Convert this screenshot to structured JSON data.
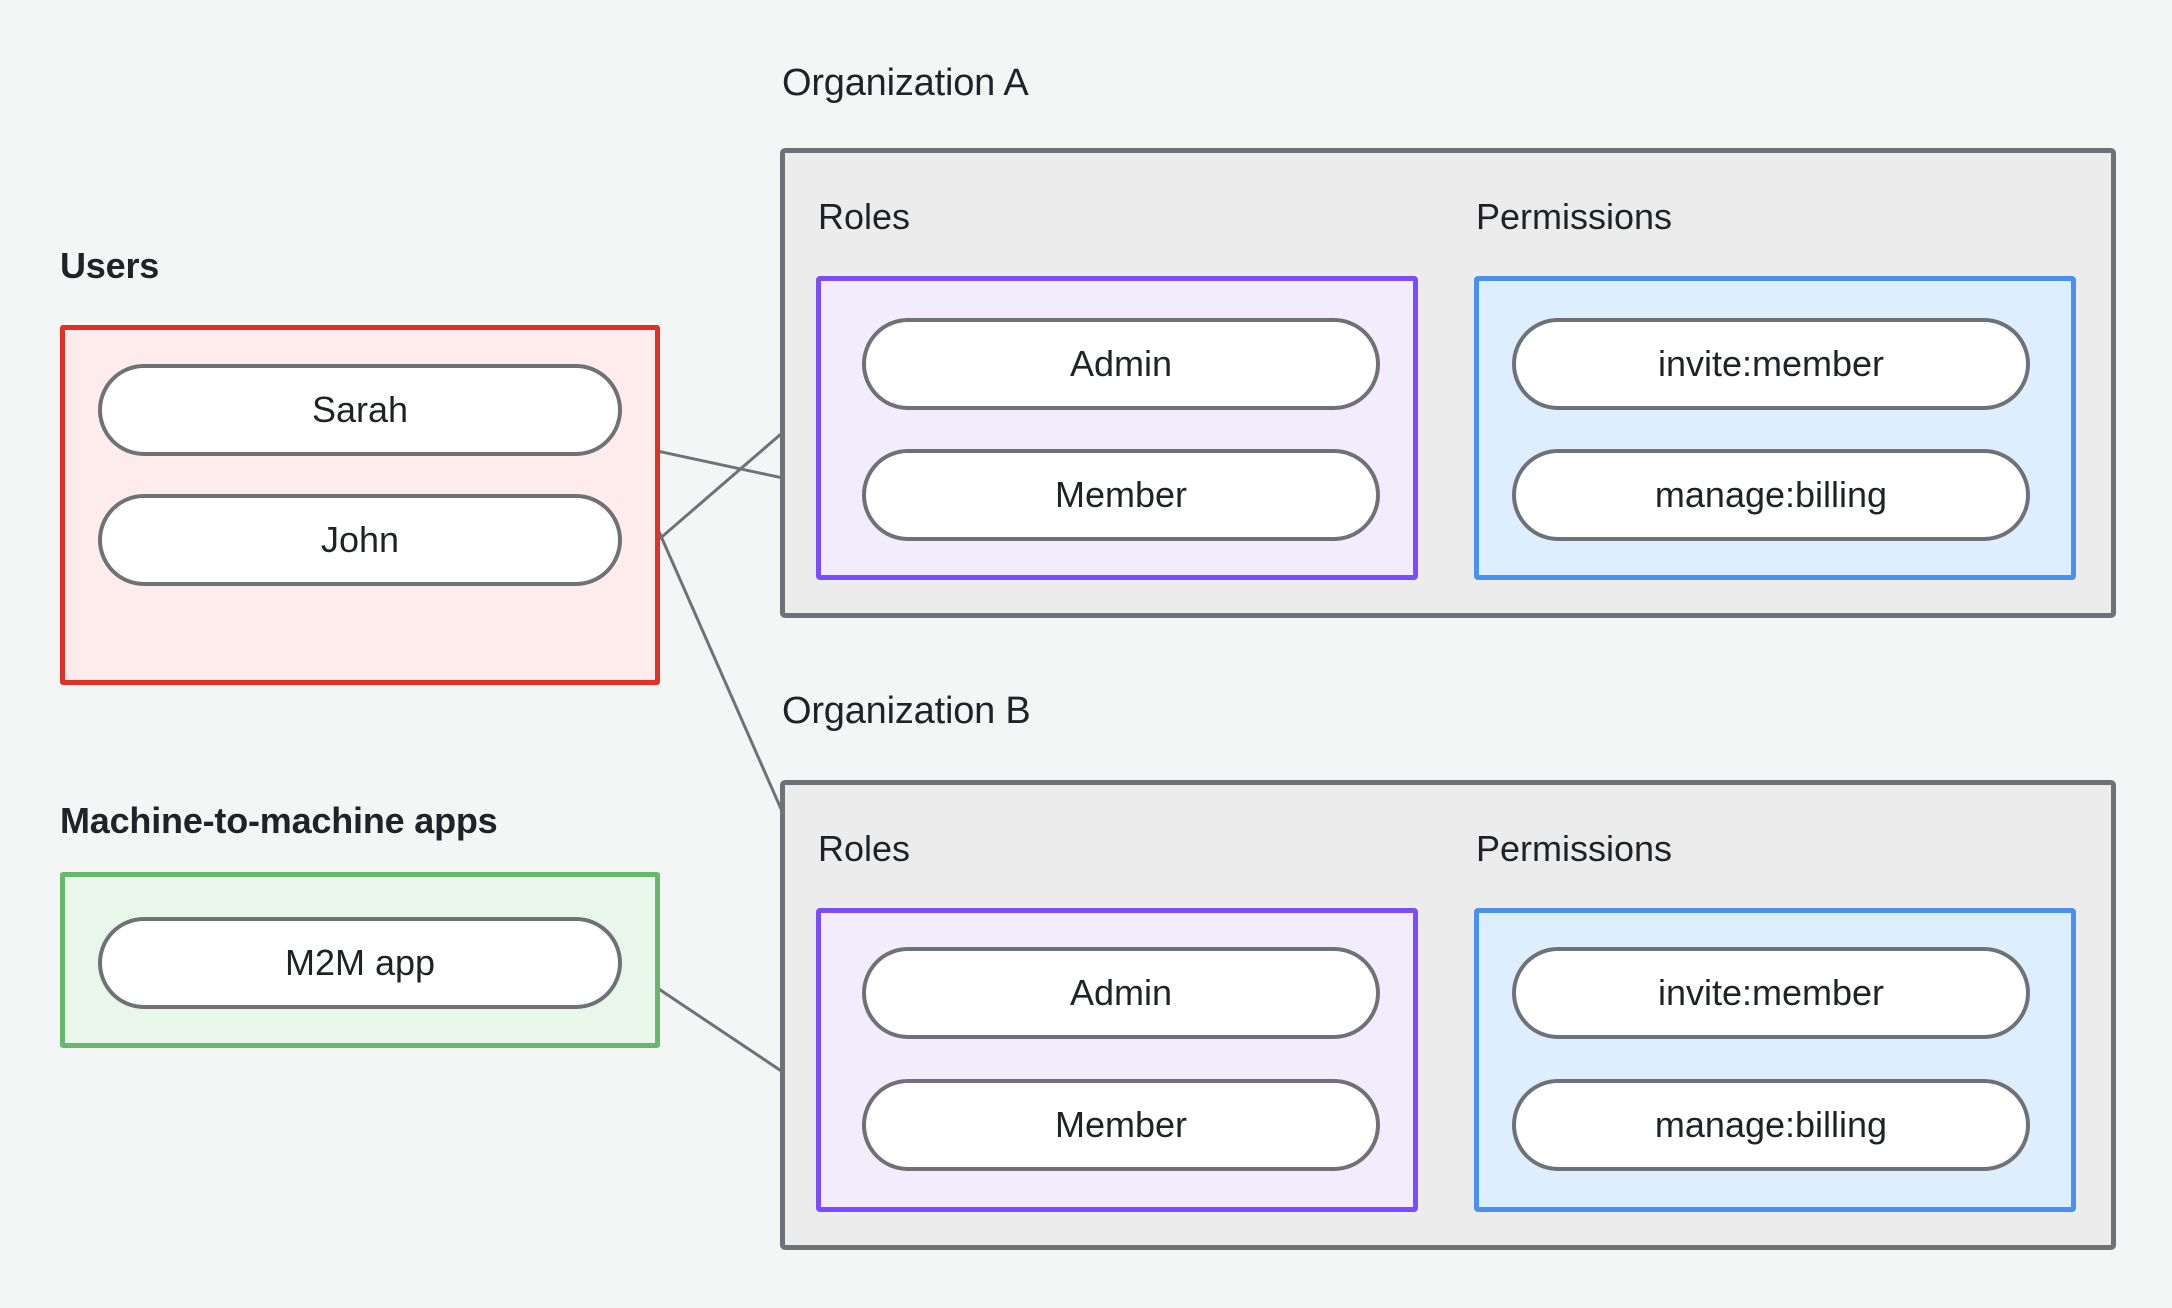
{
  "diagram": {
    "title_users": "Users",
    "title_m2m": "Machine-to-machine apps",
    "orgs": [
      {
        "title": "Organization A",
        "roles_label": "Roles",
        "permissions_label": "Permissions",
        "roles": [
          "Admin",
          "Member"
        ],
        "permissions": [
          "invite:member",
          "manage:billing"
        ]
      },
      {
        "title": "Organization B",
        "roles_label": "Roles",
        "permissions_label": "Permissions",
        "roles": [
          "Admin",
          "Member"
        ],
        "permissions": [
          "invite:member",
          "manage:billing"
        ]
      }
    ],
    "users": [
      "Sarah",
      "John"
    ],
    "m2m_apps": [
      "M2M app"
    ],
    "edges": [
      {
        "from": "Sarah",
        "to": "Organization A / Member"
      },
      {
        "from": "Sarah",
        "to": "Organization B / Admin"
      },
      {
        "from": "John",
        "to": "Organization A / Admin"
      },
      {
        "from": "M2M app",
        "to": "Organization B / Member"
      },
      {
        "from": "Organization A / Admin",
        "to": "Organization A / invite:member"
      },
      {
        "from": "Organization A / Admin",
        "to": "Organization A / manage:billing"
      },
      {
        "from": "Organization A / Member",
        "to": "Organization A / manage:billing"
      },
      {
        "from": "Organization B / Admin",
        "to": "Organization B / invite:member"
      },
      {
        "from": "Organization B / Admin",
        "to": "Organization B / manage:billing"
      },
      {
        "from": "Organization B / Member",
        "to": "Organization B / manage:billing"
      }
    ],
    "colors": {
      "background": "#f4f6f5",
      "users_border": "#e03127",
      "users_fill": "#fdeceb",
      "m2m_border": "#67b96a",
      "m2m_fill": "#e9f6ea",
      "org_border": "#6e7276",
      "org_fill": "#ececec",
      "roles_border": "#7c4dff",
      "roles_fill": "#f3ecfd",
      "permissions_border": "#4a90f0",
      "permissions_fill": "#ddeeff",
      "node_border": "#6e7276",
      "node_fill": "#ffffff",
      "edge": "#6e7276",
      "text": "#1f2326"
    }
  }
}
